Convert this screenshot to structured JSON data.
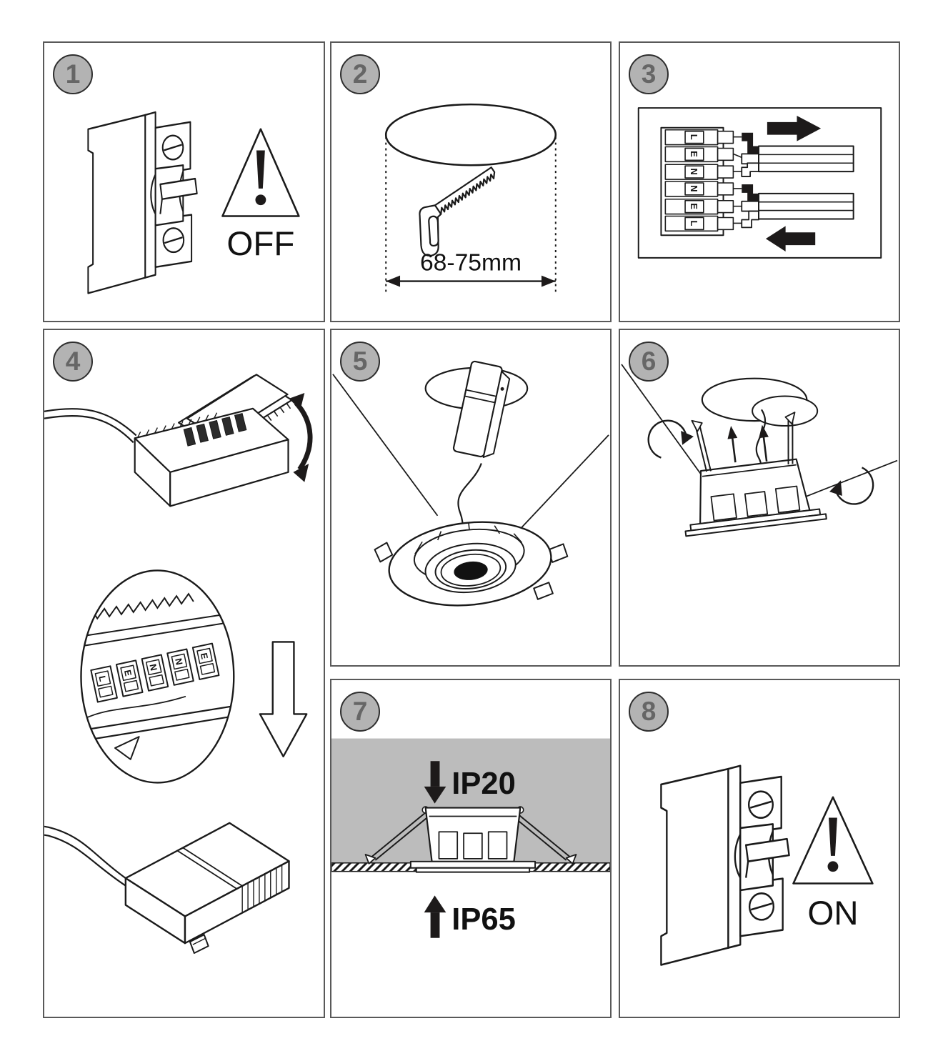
{
  "colors": {
    "panel_border": "#595959",
    "line": "#1a1a1a",
    "badge_fill": "#b3b3b3",
    "badge_digit": "#666666",
    "gray_band": "#bcbcbc",
    "arrow_black": "#1d1a1a"
  },
  "panels": [
    {
      "number": "1",
      "caption": "OFF",
      "icons": [
        "circuit-breaker",
        "warning-triangle"
      ]
    },
    {
      "number": "2",
      "dimension_label": "68-75mm",
      "icons": [
        "ceiling-hole-ellipse",
        "hole-saw",
        "dimension-arrow"
      ]
    },
    {
      "number": "3",
      "terminal_labels": [
        "L",
        "E",
        "N",
        "N",
        "E",
        "L"
      ],
      "icons": [
        "terminal-block",
        "arrow-right",
        "arrow-left",
        "mains-cable"
      ]
    },
    {
      "number": "4",
      "magnifier_labels": [
        "L",
        "E",
        "N",
        "N",
        "E"
      ],
      "icons": [
        "driver-box-open",
        "rotate-arrow",
        "magnifier-detail",
        "arrow-down-outline",
        "driver-box-closed"
      ]
    },
    {
      "number": "5",
      "icons": [
        "ceiling-hole-ellipse",
        "driver-into-hole",
        "downlight-fixture",
        "spring-clips"
      ]
    },
    {
      "number": "6",
      "icons": [
        "ceiling-hole-ellipse",
        "fixture-push-up",
        "arrow-up",
        "rotate-arrows"
      ]
    },
    {
      "number": "7",
      "ip_above": "IP20",
      "ip_below": "IP65",
      "icons": [
        "arrow-down-solid",
        "arrow-up-solid",
        "ceiling-cross-section",
        "recessed-fixture"
      ]
    },
    {
      "number": "8",
      "caption": "ON",
      "icons": [
        "circuit-breaker",
        "warning-triangle"
      ]
    }
  ]
}
